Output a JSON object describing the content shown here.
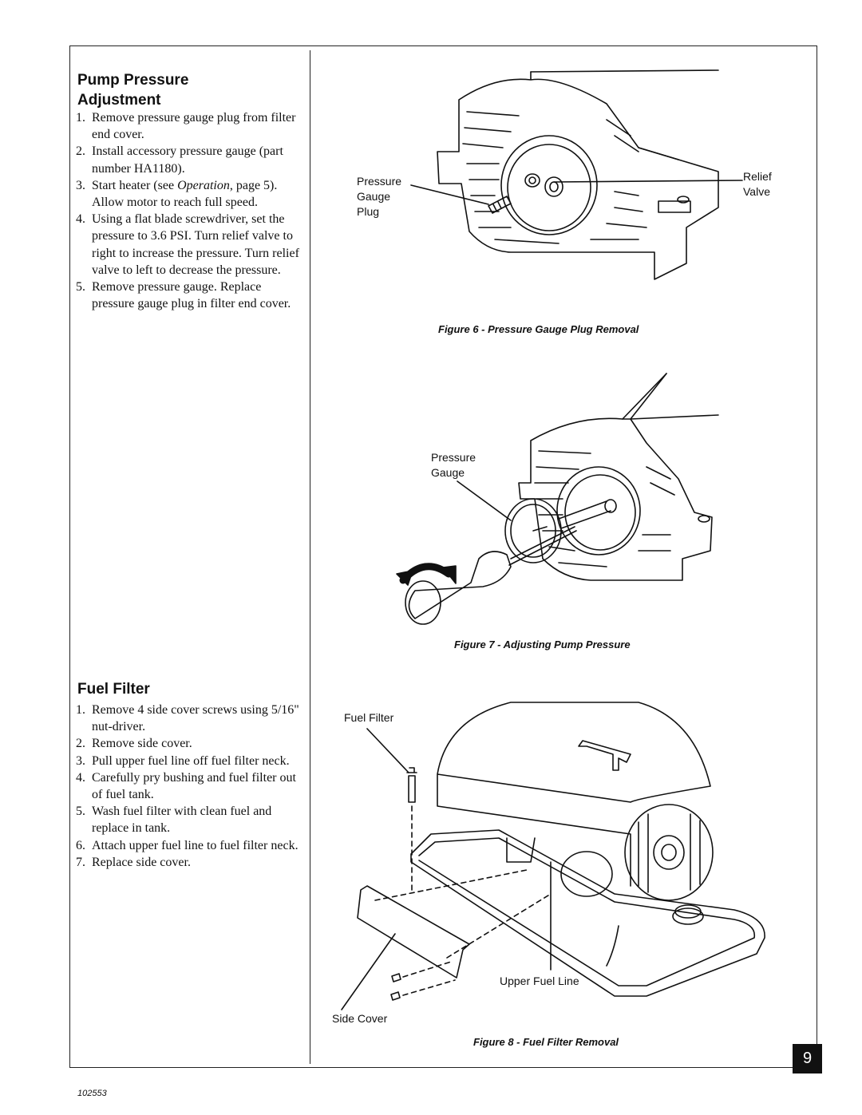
{
  "pump": {
    "title_line1": "Pump Pressure",
    "title_line2": "Adjustment",
    "steps": [
      {
        "num": "1.",
        "text": "Remove pressure gauge plug from filter end cover."
      },
      {
        "num": "2.",
        "text": "Install accessory pressure gauge (part number HA1180)."
      },
      {
        "num": "3.",
        "text_before": "Start heater (see ",
        "text_em": "Operation",
        "text_after": ", page 5). Allow motor to reach full speed."
      },
      {
        "num": "4.",
        "text": "Using a flat blade screwdriver, set the pressure to 3.6 PSI. Turn relief valve to right to increase the pressure. Turn relief valve to left to decrease the pressure."
      },
      {
        "num": "5.",
        "text": "Remove pressure gauge. Replace pressure gauge plug in filter end cover."
      }
    ]
  },
  "filter": {
    "title": "Fuel Filter",
    "steps": [
      {
        "num": "1.",
        "text": "Remove 4 side cover screws using 5/16\" nut-driver."
      },
      {
        "num": "2.",
        "text": "Remove side cover."
      },
      {
        "num": "3.",
        "text": "Pull upper fuel line off fuel filter neck."
      },
      {
        "num": "4.",
        "text": "Carefully pry bushing and fuel filter out of fuel tank."
      },
      {
        "num": "5.",
        "text": "Wash fuel filter with clean fuel and replace in tank."
      },
      {
        "num": "6.",
        "text": "Attach upper fuel line to fuel filter neck."
      },
      {
        "num": "7.",
        "text": "Replace side cover."
      }
    ]
  },
  "figure6": {
    "caption": "Figure 6 - Pressure Gauge Plug Removal",
    "label_plug": [
      "Pressure",
      "Gauge",
      "Plug"
    ],
    "label_valve": [
      "Relief",
      "Valve"
    ]
  },
  "figure7": {
    "caption": "Figure 7 - Adjusting Pump Pressure",
    "label_gauge": [
      "Pressure",
      "Gauge"
    ]
  },
  "figure8": {
    "caption": "Figure 8 - Fuel Filter Removal",
    "label_filter": "Fuel Filter",
    "label_line": "Upper Fuel Line",
    "label_cover": "Side Cover"
  },
  "page_number": "9",
  "doc_number": "102553",
  "icons": [
    "rotation-arrow-icon"
  ]
}
